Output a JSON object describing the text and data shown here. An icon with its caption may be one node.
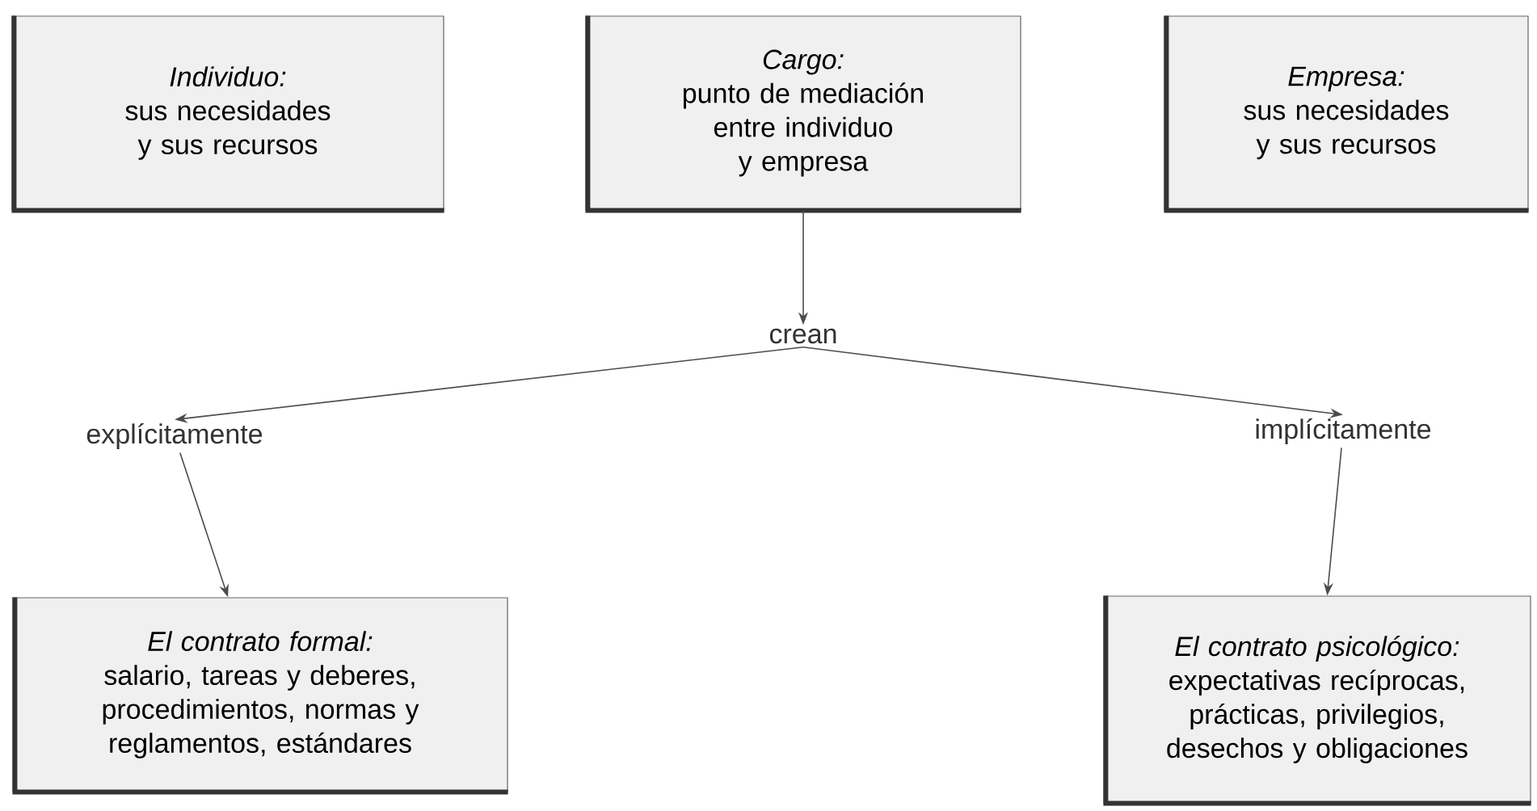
{
  "diagram": {
    "nodes": [
      {
        "text": [
          "Individuo:",
          "sus necesidades y sus recursos"
        ]
      },
      {
        "text": [
          "Cargo:",
          "punto de mediación entre individuo y empresa"
        ]
      },
      {
        "text": [
          "Empresa:",
          "sus necesidades y sus recursos"
        ]
      },
      {
        "text": [
          "crean"
        ]
      },
      {
        "text": [
          "explícitamente"
        ]
      },
      {
        "text": [
          "implícitamente"
        ]
      },
      {
        "text": [
          "El contrato formal:",
          "salario, tareas y deberes, procedimientos, normas y reglamentos, estándares"
        ]
      },
      {
        "text": [
          "El contrato psicológico:",
          "expectativas recíprocas, prácticas, privilegios, desechos y obligaciones"
        ]
      }
    ],
    "edges": [
      {
        "from": 1,
        "to": 3,
        "arrow": "to"
      },
      {
        "from": 3,
        "to": 4,
        "arrow": "to"
      },
      {
        "from": 3,
        "to": 5,
        "arrow": "to"
      },
      {
        "from": 4,
        "to": 6,
        "arrow": "to"
      },
      {
        "from": 5,
        "to": 7,
        "arrow": "to"
      }
    ]
  }
}
